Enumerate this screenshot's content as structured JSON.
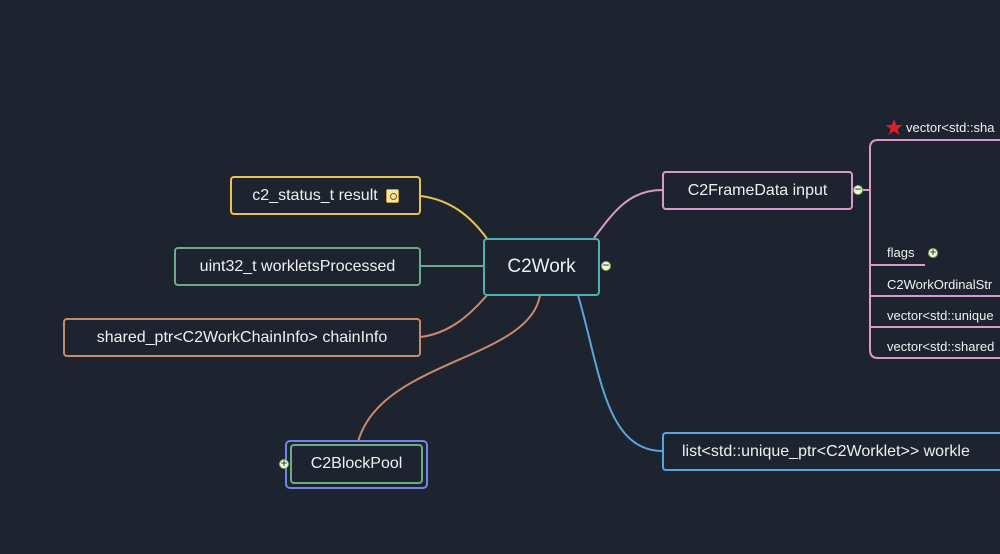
{
  "root": {
    "label": "C2Work"
  },
  "left_nodes": [
    {
      "label": "c2_status_t result",
      "color": "#e8c34d",
      "icon": "note-icon"
    },
    {
      "label": "uint32_t workletsProcessed",
      "color": "#6daa88"
    },
    {
      "label": "shared_ptr<C2WorkChainInfo> chainInfo",
      "color": "#c98a6c"
    }
  ],
  "bottom_node": {
    "label": "C2BlockPool",
    "color": "#6f86e8",
    "selected": true
  },
  "right_nodes": {
    "input": {
      "label": "C2FrameData input",
      "color": "#d79ac9"
    },
    "worklets": {
      "label": "list<std::unique_ptr<C2Worklet>> workle",
      "color": "#5aa6d9"
    }
  },
  "input_children": [
    {
      "label": "vector<std::sha",
      "icon": "star-icon"
    },
    {
      "label": "flags"
    },
    {
      "label": "C2WorkOrdinalStr"
    },
    {
      "label": "vector<std::unique"
    },
    {
      "label": "vector<std::shared"
    }
  ],
  "colors": {
    "background": "#1e2330",
    "root_border": "#4fb0b4",
    "toggle": "#86a858",
    "star": "#d8202a"
  }
}
